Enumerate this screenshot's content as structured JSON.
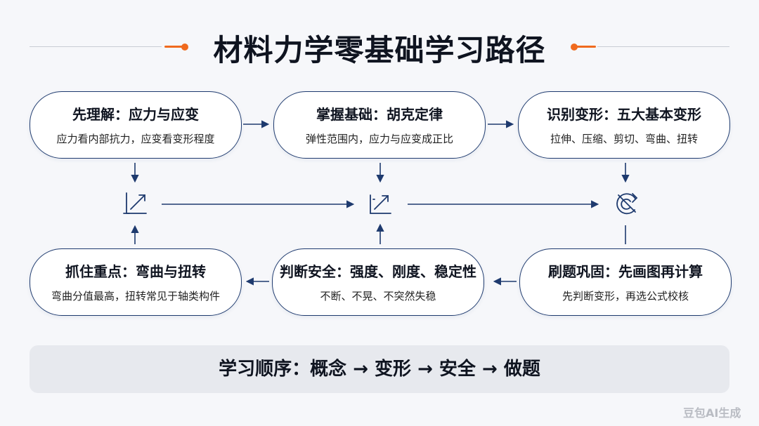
{
  "title": "材料力学零基础学习路径",
  "cards": [
    {
      "title": "先理解：应力与应变",
      "subtitle": "应力看内部抗力，应变看变形程度"
    },
    {
      "title": "掌握基础：胡克定律",
      "subtitle": "弹性范围内，应力与应变成正比"
    },
    {
      "title": "识别变形：五大基本变形",
      "subtitle": "拉伸、压缩、剪切、弯曲、扭转"
    },
    {
      "title": "抓住重点：弯曲与扭转",
      "subtitle": "弯曲分值最高，扭转常见于轴类构件"
    },
    {
      "title": "判断安全：强度、刚度、稳定性",
      "subtitle": "不断、不晃、不突然失稳"
    },
    {
      "title": "刷题巩固：先画图再计算",
      "subtitle": "先判断变形，再选公式校核"
    }
  ],
  "bottom_text": "学习顺序：概念 → 变形 → 安全 → 做题",
  "watermark": "豆包AI生成",
  "icons": [
    "stress-strain-axis-icon",
    "hooke-law-graph-icon",
    "deformation-target-icon"
  ],
  "colors": {
    "accent": "#f06a1e",
    "stroke": "#1e3a6e",
    "background": "#f6f7fa"
  }
}
